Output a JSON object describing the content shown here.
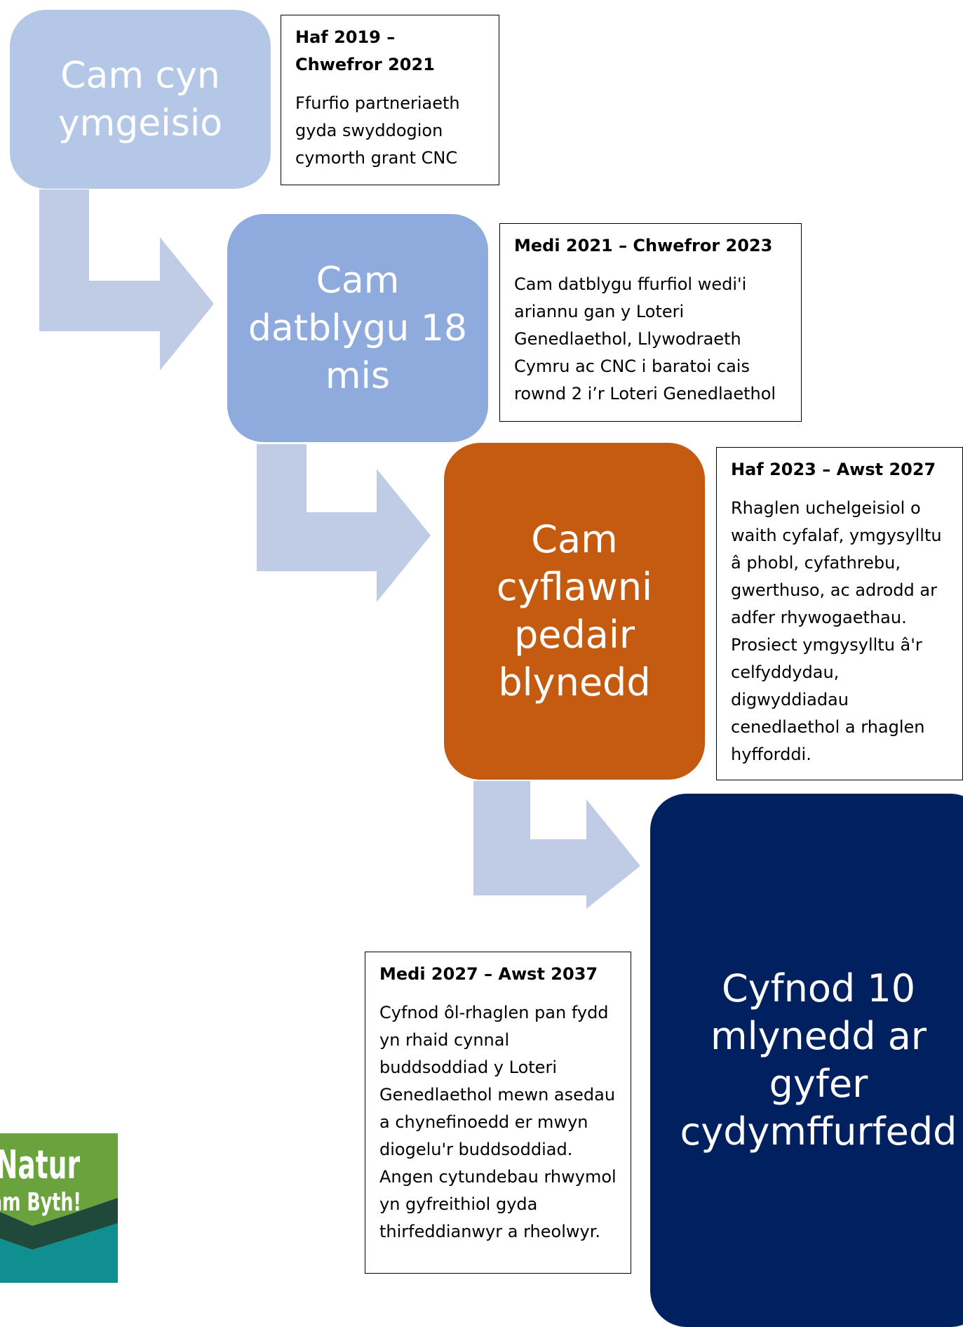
{
  "stages": [
    {
      "lines": [
        "Cam cyn",
        "ymgeisio"
      ],
      "color": "#b4c7e7"
    },
    {
      "lines": [
        "Cam",
        "datblygu 18",
        "mis"
      ],
      "color": "#8faadc"
    },
    {
      "lines": [
        "Cam",
        "cyflawni",
        "pedair",
        "blynedd"
      ],
      "color": "#c55a11"
    },
    {
      "lines": [
        "Cyfnod 10",
        "mlynedd ar",
        "gyfer",
        "cydymffurfedd"
      ],
      "color": "#002060"
    }
  ],
  "notes": [
    {
      "heading": "Haf 2019 – Chwefror 2021",
      "body": "Ffurfio partneriaeth gyda swyddogion cymorth grant CNC"
    },
    {
      "heading": "Medi 2021 – Chwefror 2023",
      "body": "Cam datblygu ffurfiol wedi'i ariannu gan y Loteri Genedlaethol, Llywodraeth Cymru ac CNC i baratoi cais rownd 2 i’r Loteri Genedlaethol"
    },
    {
      "heading": "Haf 2023 – Awst 2027",
      "body": "Rhaglen uchelgeisiol o waith cyfalaf, ymgysylltu â phobl, cyfathrebu, gwerthuso, ac adrodd ar adfer rhywogaethau. Prosiect ymgysylltu â'r celfyddydau, digwyddiadau cenedlaethol a rhaglen hyfforddi."
    },
    {
      "heading": "Medi 2027 – Awst 2037",
      "body": "Cyfnod ôl-rhaglen pan fydd yn rhaid cynnal buddsoddiad y Loteri Genedlaethol mewn asedau a chynefinoedd er mwyn diogelu'r buddsoddiad. Angen cytundebau rhwymol yn gyfreithiol gyda thirfeddianwyr a rheolwyr."
    }
  ],
  "logo": {
    "line1": "Natur",
    "line2": "am Byth!",
    "colors": {
      "green": "#6aa23d",
      "dark": "#1f4a3b",
      "teal": "#0f8f8f"
    }
  },
  "arrow_color": "#c0cce6"
}
